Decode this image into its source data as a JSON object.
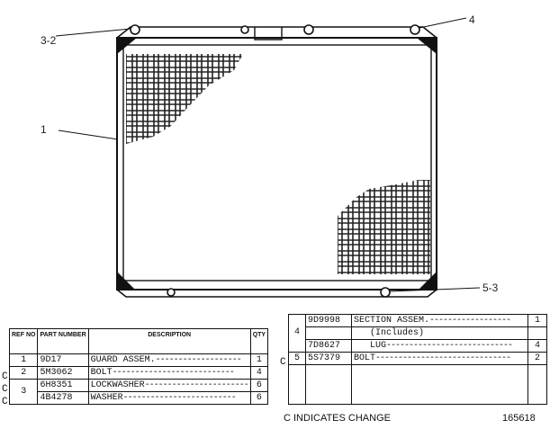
{
  "callouts": {
    "frame": "1",
    "corner_top_left": "3-2",
    "corner_top_right": "4",
    "corner_bottom_right": "5-3"
  },
  "left_table": {
    "headers": {
      "ref_no": "REF NO",
      "part_number": "PART NUMBER",
      "description": "DESCRIPTION",
      "qty": "QTY"
    },
    "rows": [
      {
        "flag": "",
        "ref": "1",
        "part": "9D17",
        "desc": "GUARD ASSEM.",
        "qty": "1"
      },
      {
        "flag": "C",
        "ref": "2",
        "part": "5M3062",
        "desc": "BOLT",
        "qty": "4"
      },
      {
        "flag": "C",
        "ref": "3",
        "part": "6H8351",
        "desc": "LOCKWASHER",
        "qty": "6"
      },
      {
        "flag": "C",
        "ref": "",
        "part": "4B4278",
        "desc": "WASHER",
        "qty": "6"
      }
    ]
  },
  "right_table": {
    "rows": [
      {
        "flag": "",
        "ref": "",
        "part": "9D9998",
        "desc": "SECTION ASSEM.",
        "qty": "1"
      },
      {
        "flag": "",
        "ref": "4",
        "part": "",
        "desc": "(Includes)",
        "qty": ""
      },
      {
        "flag": "",
        "ref": "",
        "part": "7D8627",
        "desc": "LUG",
        "qty": "4"
      },
      {
        "flag": "C",
        "ref": "5",
        "part": "5S7379",
        "desc": "BOLT",
        "qty": "2"
      }
    ]
  },
  "legend": "C INDICATES CHANGE",
  "drawing_number": "165618"
}
